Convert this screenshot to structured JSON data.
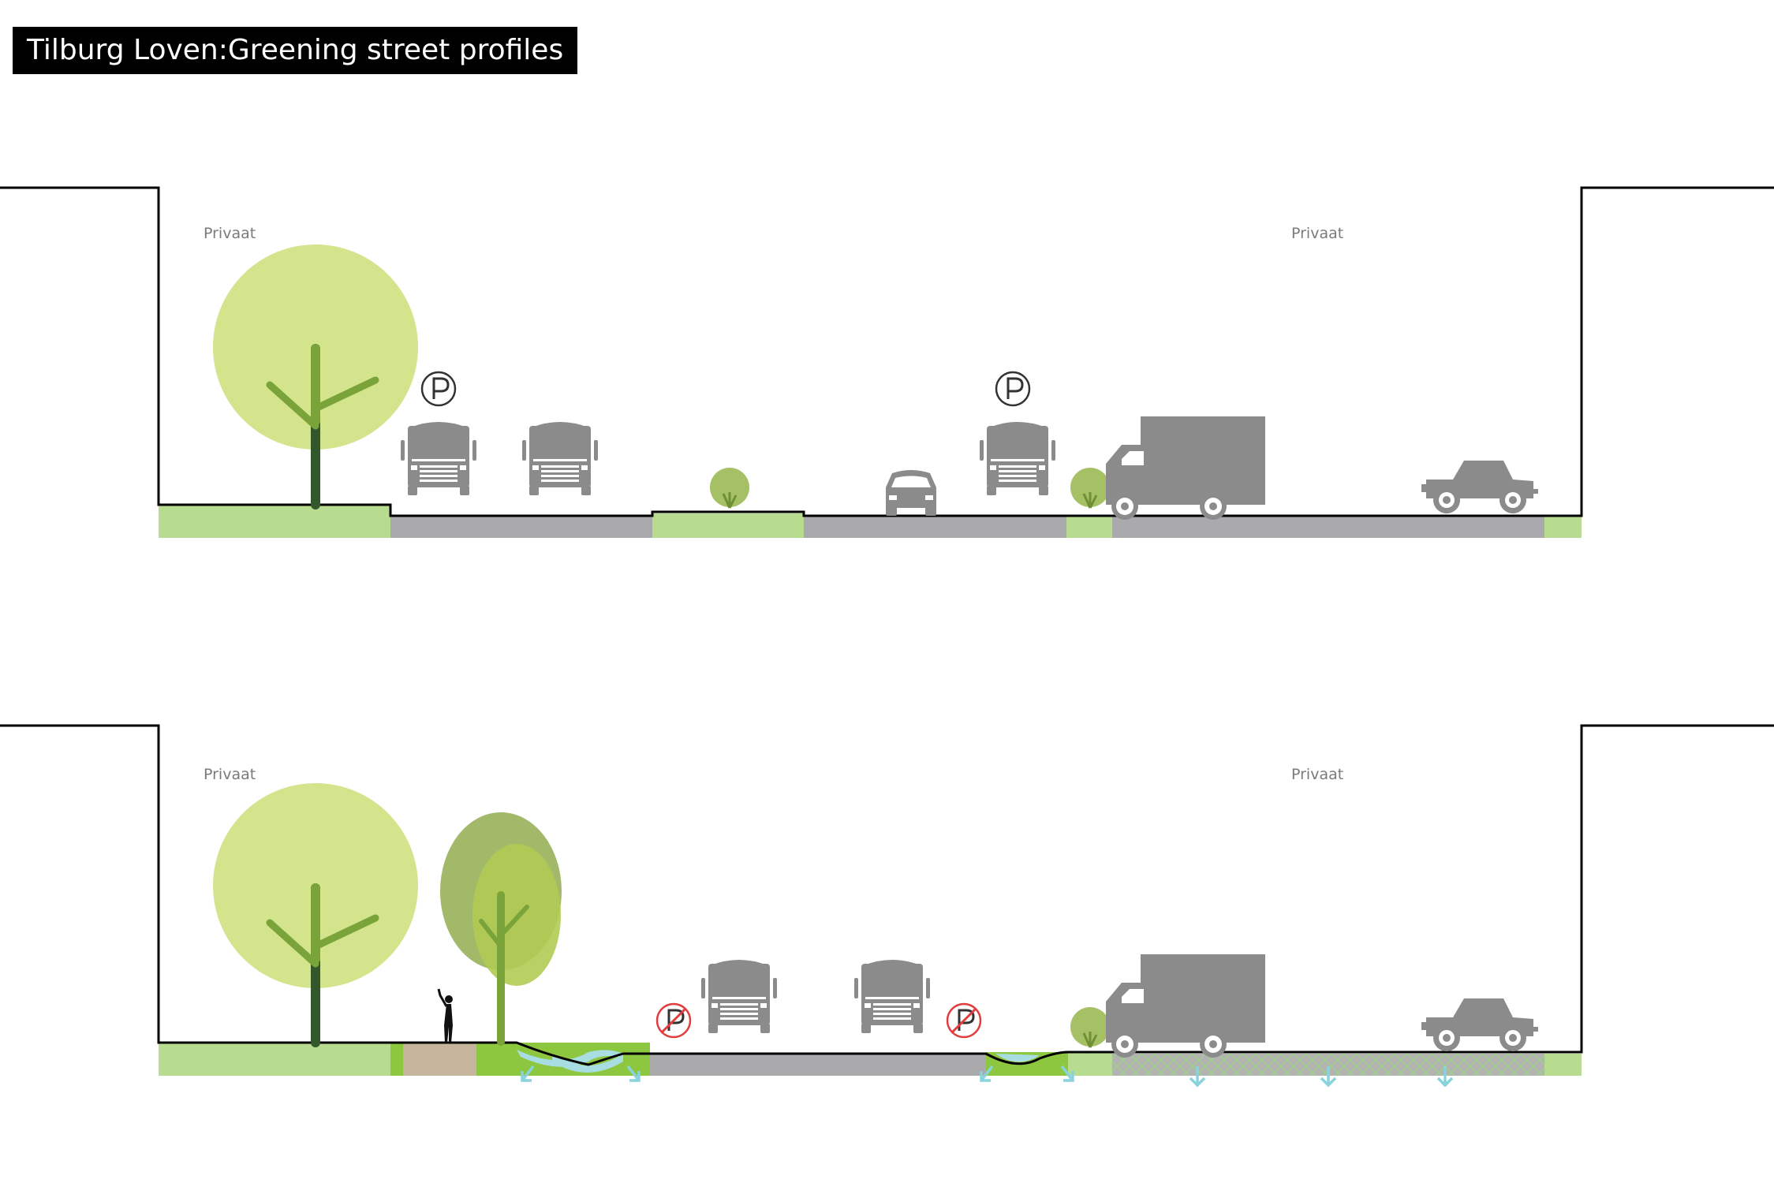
{
  "title": "Tilburg Loven:Greening street profiles",
  "profiles": [
    {
      "id": "current",
      "labels": {
        "private_left": "Privaat",
        "private_right": "Privaat"
      },
      "icons": [
        "tree-icon",
        "parking-sign-icon",
        "truck-front-icon",
        "truck-front-icon",
        "shrub-icon",
        "car-front-icon",
        "parking-sign-icon",
        "truck-front-icon",
        "shrub-icon",
        "box-truck-icon",
        "suv-side-icon"
      ]
    },
    {
      "id": "proposed",
      "labels": {
        "private_left": "Privaat",
        "private_right": "Privaat"
      },
      "icons": [
        "tree-icon",
        "tree-icon",
        "person-icon",
        "no-parking-sign-icon",
        "truck-front-icon",
        "truck-front-icon",
        "no-parking-sign-icon",
        "shrub-icon",
        "box-truck-icon",
        "suv-side-icon",
        "infiltration-arrow-icon"
      ]
    }
  ],
  "colors": {
    "light_green": "#b8dc8f",
    "mid_green": "#8dc63f",
    "canopy_light": "#d3e48d",
    "canopy_olive": "#a2b96a",
    "canopy_yellowgreen": "#b1cb54",
    "trunk": "#33572a",
    "branch": "#7aa43a",
    "asphalt": "#aaaaac",
    "vehicle_grey": "#8b8b8b",
    "path_tan": "#c5b59d",
    "water": "#a8dde2",
    "infiltration_arrow": "#88d3dc",
    "no_parking_red": "#e23c3c",
    "building_line": "#000000"
  }
}
